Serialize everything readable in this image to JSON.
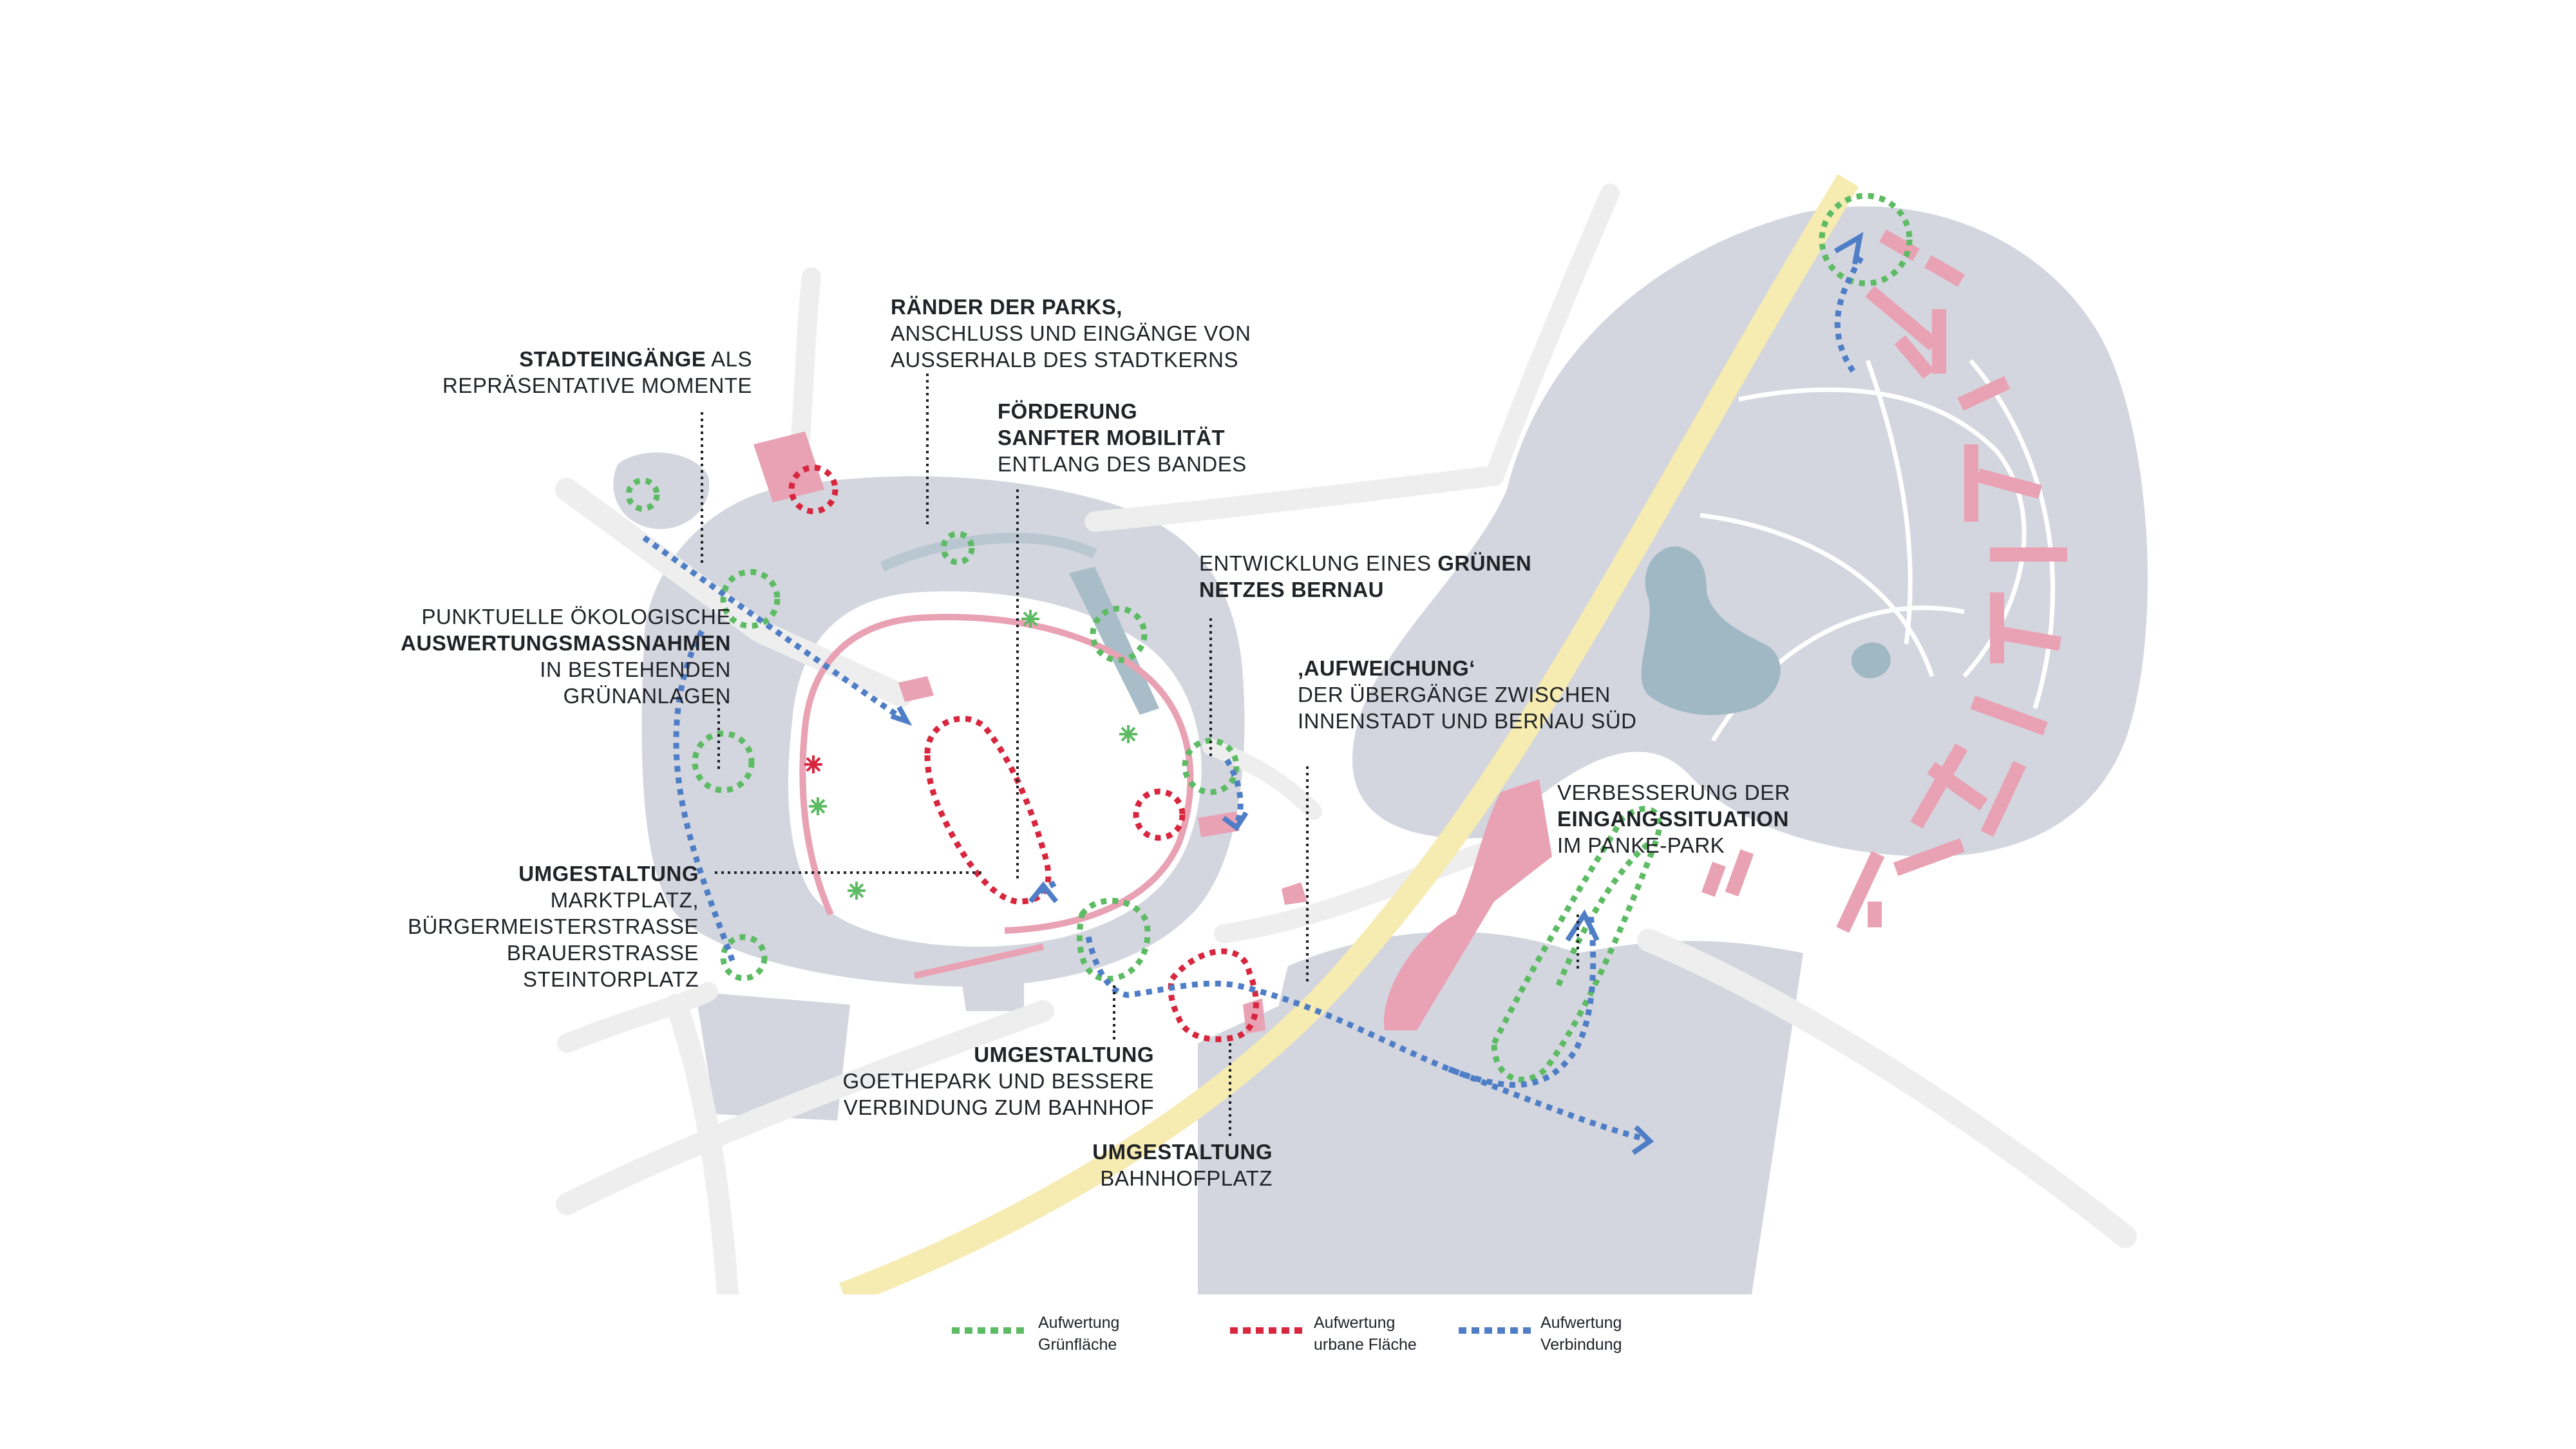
{
  "colors": {
    "green": "#5dbb63",
    "red": "#d7263d",
    "blue": "#4f7ec6",
    "pink": "#e9a1b4",
    "grey_area": "#d3d6de",
    "road": "#eeeeee",
    "rail": "#f6ebb0",
    "water": "#9fb8c3"
  },
  "labels": {
    "stadteingaenge": {
      "bold": "STADTEINGÄNGE",
      "rest1": " ALS",
      "line2": "REPRÄSENTATIVE MOMENTE"
    },
    "raender": {
      "bold": "RÄNDER DER PARKS,",
      "line2": "ANSCHLUSS UND EINGÄNGE VON",
      "line3": "AUßERHALB DES STADTKERNS"
    },
    "foerderung": {
      "bold1": "FÖRDERUNG",
      "bold2": "SANFTER MOBILITÄT",
      "line3": "ENTLANG DES BANDES"
    },
    "entwicklung": {
      "line1a": "ENTWICKLUNG EINES ",
      "line1b": "GRÜNEN",
      "bold2": "NETZES BERNAU"
    },
    "punktuelle": {
      "line1": "PUNKTUELLE ÖKOLOGISCHE",
      "bold2": "AUSWERTUNGSMASSNAHMEN",
      "line3": "IN BESTEHENDEN",
      "line4": "GRÜNANLAGEN"
    },
    "aufweichung": {
      "bold1": "‚AUFWEICHUNG‘",
      "line2": "DER ÜBERGÄNGE ZWISCHEN",
      "line3": "INNENSTADT UND BERNAU SÜD"
    },
    "verbesserung": {
      "line1": "VERBESSERUNG DER",
      "bold2": "EINGANGSSITUATION",
      "line3": "IM PANKE-PARK"
    },
    "umgestaltung_markt": {
      "bold1": "UMGESTALTUNG",
      "line2": "MARKTPLATZ,",
      "line3": "BÜRGERMEISTERSTRAßE",
      "line4": "BRAUERSTRAßE",
      "line5": "STEINTORPLATZ"
    },
    "umgestaltung_goethe": {
      "bold1": "UMGESTALTUNG",
      "line2": "GOETHEPARK UND BESSERE",
      "line3": "VERBINDUNG ZUM BAHNHOF"
    },
    "umgestaltung_bahnhof": {
      "bold1": "UMGESTALTUNG",
      "line2": "BAHNHOFPLATZ"
    }
  },
  "legend": [
    {
      "line1": "Aufwertung",
      "line2": "Grünfläche",
      "color": "#5dbb63"
    },
    {
      "line1": "Aufwertung",
      "line2": "urbane Fläche",
      "color": "#d7263d"
    },
    {
      "line1": "Aufwertung",
      "line2": "Verbindung",
      "color": "#4f7ec6"
    }
  ]
}
